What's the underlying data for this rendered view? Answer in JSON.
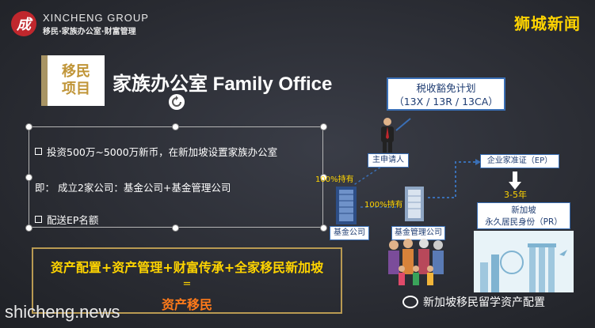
{
  "logo": {
    "mark": "成",
    "name": "XINCHENG GROUP",
    "subtitle": "移民·家族办公室·财富管理"
  },
  "brand": "狮城新闻",
  "title": {
    "tag_line1": "移民",
    "tag_line2": "项目",
    "main": "家族办公室 Family Office"
  },
  "bullets": [
    "投资500万~5000万新币，在新加坡设置家族办公室",
    "即： 成立2家公司：基金公司+基金管理公司",
    "配送EP名额"
  ],
  "highlight": {
    "line1": "资产配置+资产管理+财富传承+全家移民新加坡",
    "eq": "=",
    "line2": "资产移民"
  },
  "diagram": {
    "tax_line1": "税收豁免计划",
    "tax_line2": "（13X / 13R / 13CA）",
    "applicant": "主申请人",
    "fund_company": "基金公司",
    "fund_mgmt_company": "基金管理公司",
    "own_100_a": "100%持有",
    "own_100_b": "100%持有",
    "ep": "企业家准证（EP）",
    "years": "3-5年",
    "pr_line1": "新加坡",
    "pr_line2": "永久居民身份（PR）"
  },
  "watermark": {
    "left": "shicheng.news",
    "right": "新加坡移民留学资产配置"
  },
  "colors": {
    "accent_gold": "#ffd400",
    "accent_orange": "#ff7a1a",
    "frame_gold": "#b99a52",
    "blue": "#3a6fb5",
    "logo_red": "#c0272d"
  }
}
